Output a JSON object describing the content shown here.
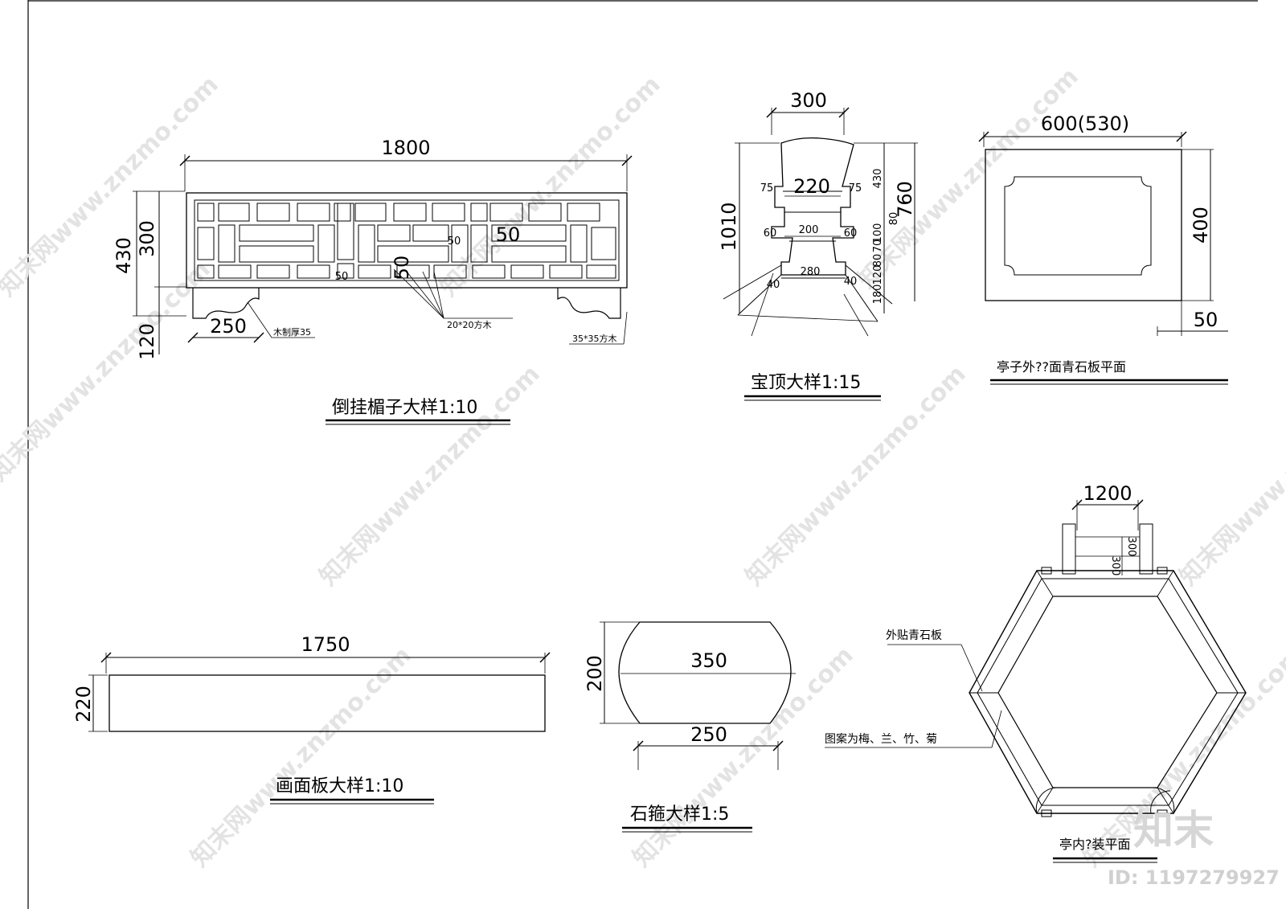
{
  "watermark": {
    "text": "知末网www.znzmo.com",
    "logo": "知末",
    "id_text": "ID: 1197279927"
  },
  "details": [
    {
      "title": "倒挂楣子大样1:10",
      "dims": [
        "1800",
        "430",
        "300",
        "120",
        "250",
        "50",
        "50",
        "50",
        "50"
      ],
      "notes": [
        "木制厚35",
        "20*20方木",
        "35*35方木"
      ]
    },
    {
      "title": "宝顶大样1:15",
      "dims": [
        "300",
        "220",
        "75",
        "75",
        "1010",
        "760",
        "430",
        "60",
        "200",
        "60",
        "80",
        "100",
        "70",
        "80",
        "280",
        "40",
        "40",
        "120",
        "180"
      ]
    },
    {
      "title": "亭子外??面青石板平面",
      "dims": [
        "600(530)",
        "400",
        "50"
      ]
    },
    {
      "title": "画面板大样1:10",
      "dims": [
        "1750",
        "220"
      ]
    },
    {
      "title": "石箍大样1:5",
      "dims": [
        "350",
        "200",
        "250"
      ]
    },
    {
      "title": "亭内?装平面",
      "dims": [
        "1200",
        "300",
        "300"
      ],
      "notes": [
        "外贴青石板",
        "图案为梅、兰、竹、菊"
      ]
    }
  ]
}
